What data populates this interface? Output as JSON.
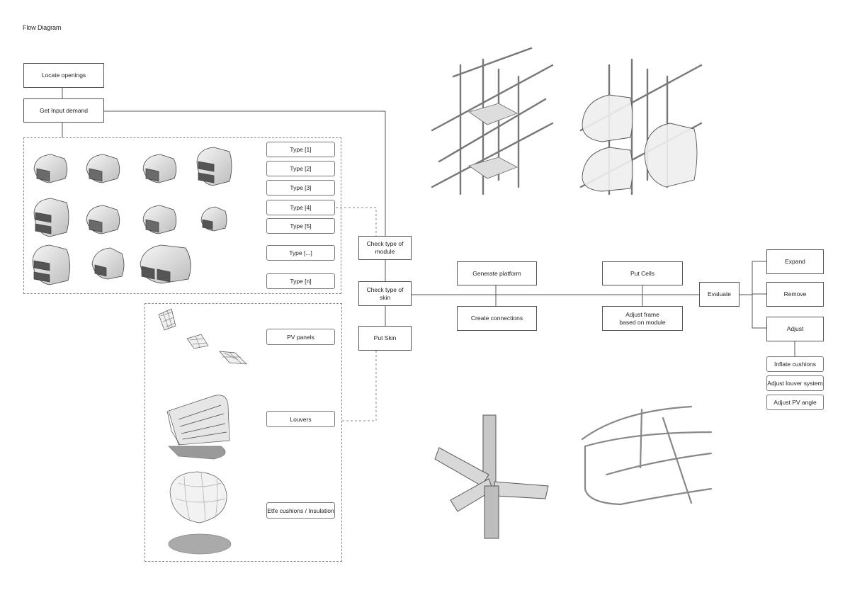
{
  "title": "Flow Diagram",
  "nodes": {
    "locate_openings": "Locate openings",
    "get_input_demand": "Get Input demand",
    "check_module": "Check type of module",
    "check_skin": "Check type of skin",
    "put_skin": "Put Skin",
    "generate_platform": "Generate platform",
    "create_connections": "Create connections",
    "put_cells": "Put Cells",
    "adjust_frame": "Adjust frame\nbased on module",
    "evaluate": "Evaluate",
    "expand": "Expand",
    "remove": "Remove",
    "adjust": "Adjust"
  },
  "module_types": [
    "Type [1]",
    "Type [2]",
    "Type [3]",
    "Type [4]",
    "Type [5]",
    "Type [...]",
    "Type [n]"
  ],
  "skin_types": [
    "PV panels",
    "Louvers",
    "Etfe cushions / Insulation"
  ],
  "adjust_options": [
    "Inflate cushions",
    "Adjust louver system",
    "Adjust PV angle"
  ]
}
